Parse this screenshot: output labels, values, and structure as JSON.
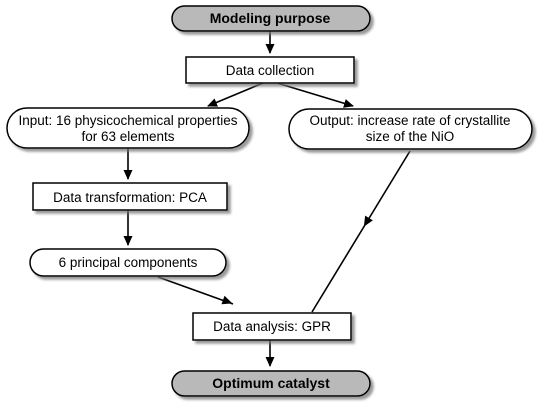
{
  "diagram": {
    "nodes": {
      "modeling_purpose": "Modeling purpose",
      "data_collection": "Data collection",
      "input_line1": "Input: 16 physicochemical properties",
      "input_line2": "for 63 elements",
      "output_line1": "Output: increase rate of crystallite",
      "output_line2": "size of the NiO",
      "data_transformation": "Data transformation: PCA",
      "principal_components": "6 principal components",
      "data_analysis": "Data analysis: GPR",
      "optimum_catalyst": "Optimum catalyst"
    },
    "colors": {
      "terminal_fill": "#b9b9b9",
      "node_fill": "#ffffff",
      "stroke": "#000000"
    }
  }
}
